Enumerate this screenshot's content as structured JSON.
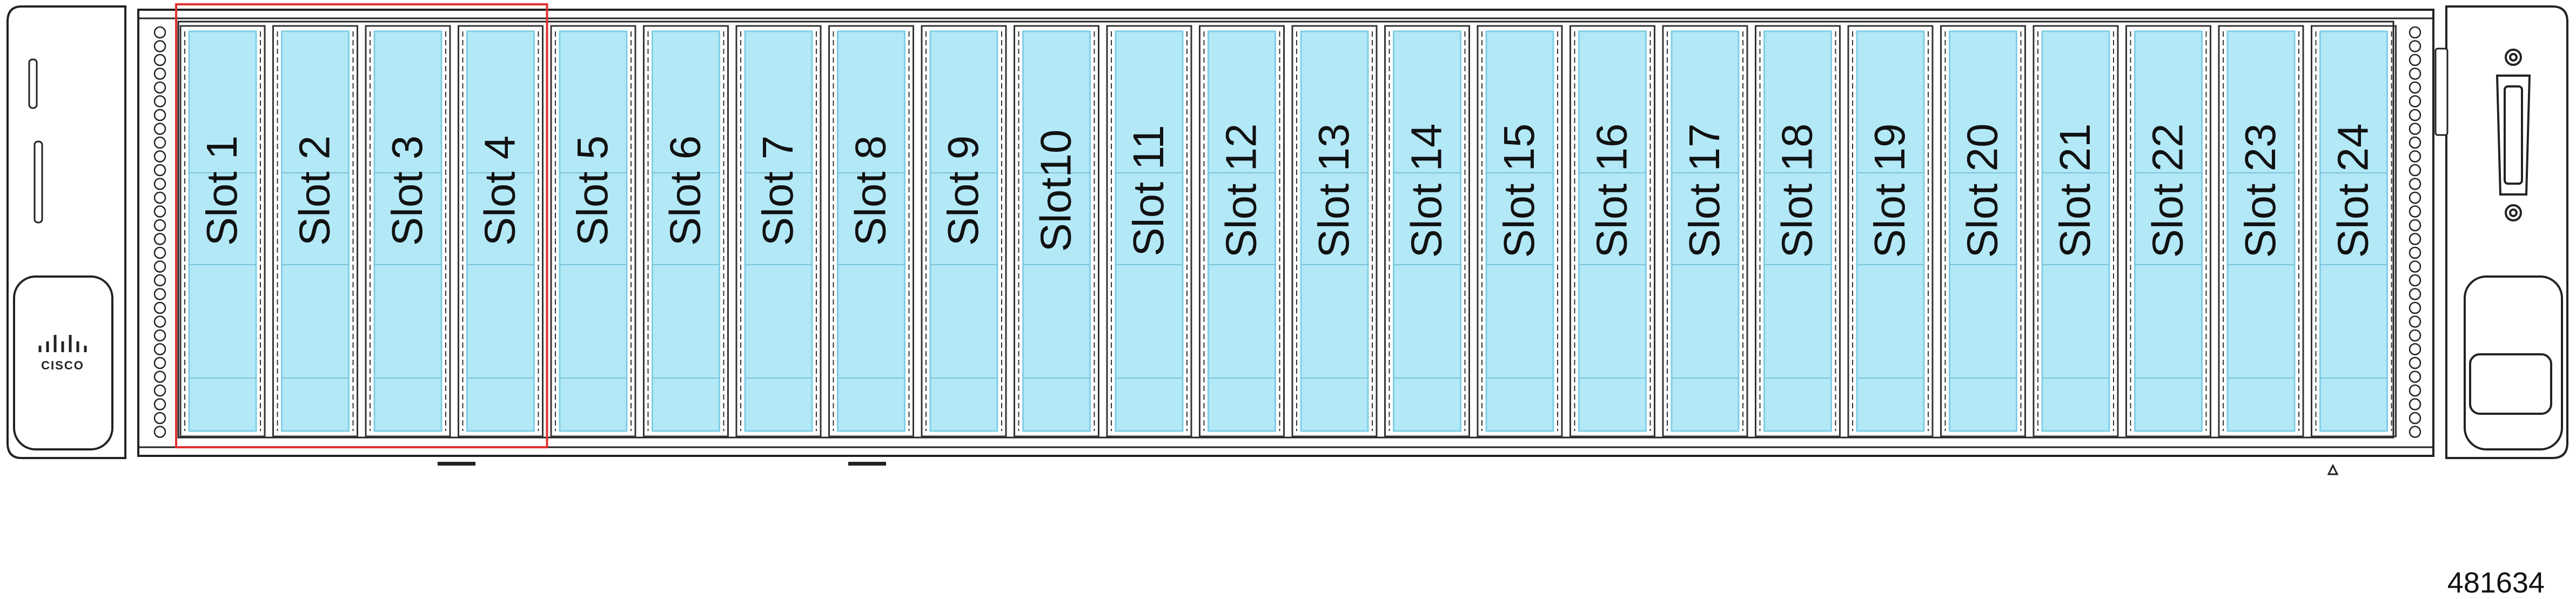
{
  "server": {
    "brand": "CISCO",
    "figure_id": "481634",
    "slot_fill_color": "#b3e8f7",
    "slot_stroke_color": "#7fcfe6",
    "highlight_color": "#e03030",
    "highlighted_slots": [
      "Slot 1",
      "Slot 2",
      "Slot 3",
      "Slot 4"
    ],
    "slots": [
      "Slot 1",
      "Slot 2",
      "Slot 3",
      "Slot 4",
      "Slot 5",
      "Slot 6",
      "Slot 7",
      "Slot 8",
      "Slot 9",
      "Slot10",
      "Slot 11",
      "Slot 12",
      "Slot 13",
      "Slot 14",
      "Slot 15",
      "Slot 16",
      "Slot 17",
      "Slot 18",
      "Slot 19",
      "Slot 20",
      "Slot 21",
      "Slot 22",
      "Slot 23",
      "Slot 24"
    ],
    "left_ear_icon": "cisco-logo-icon",
    "right_ear_icon": "kvm-connector-icon"
  }
}
